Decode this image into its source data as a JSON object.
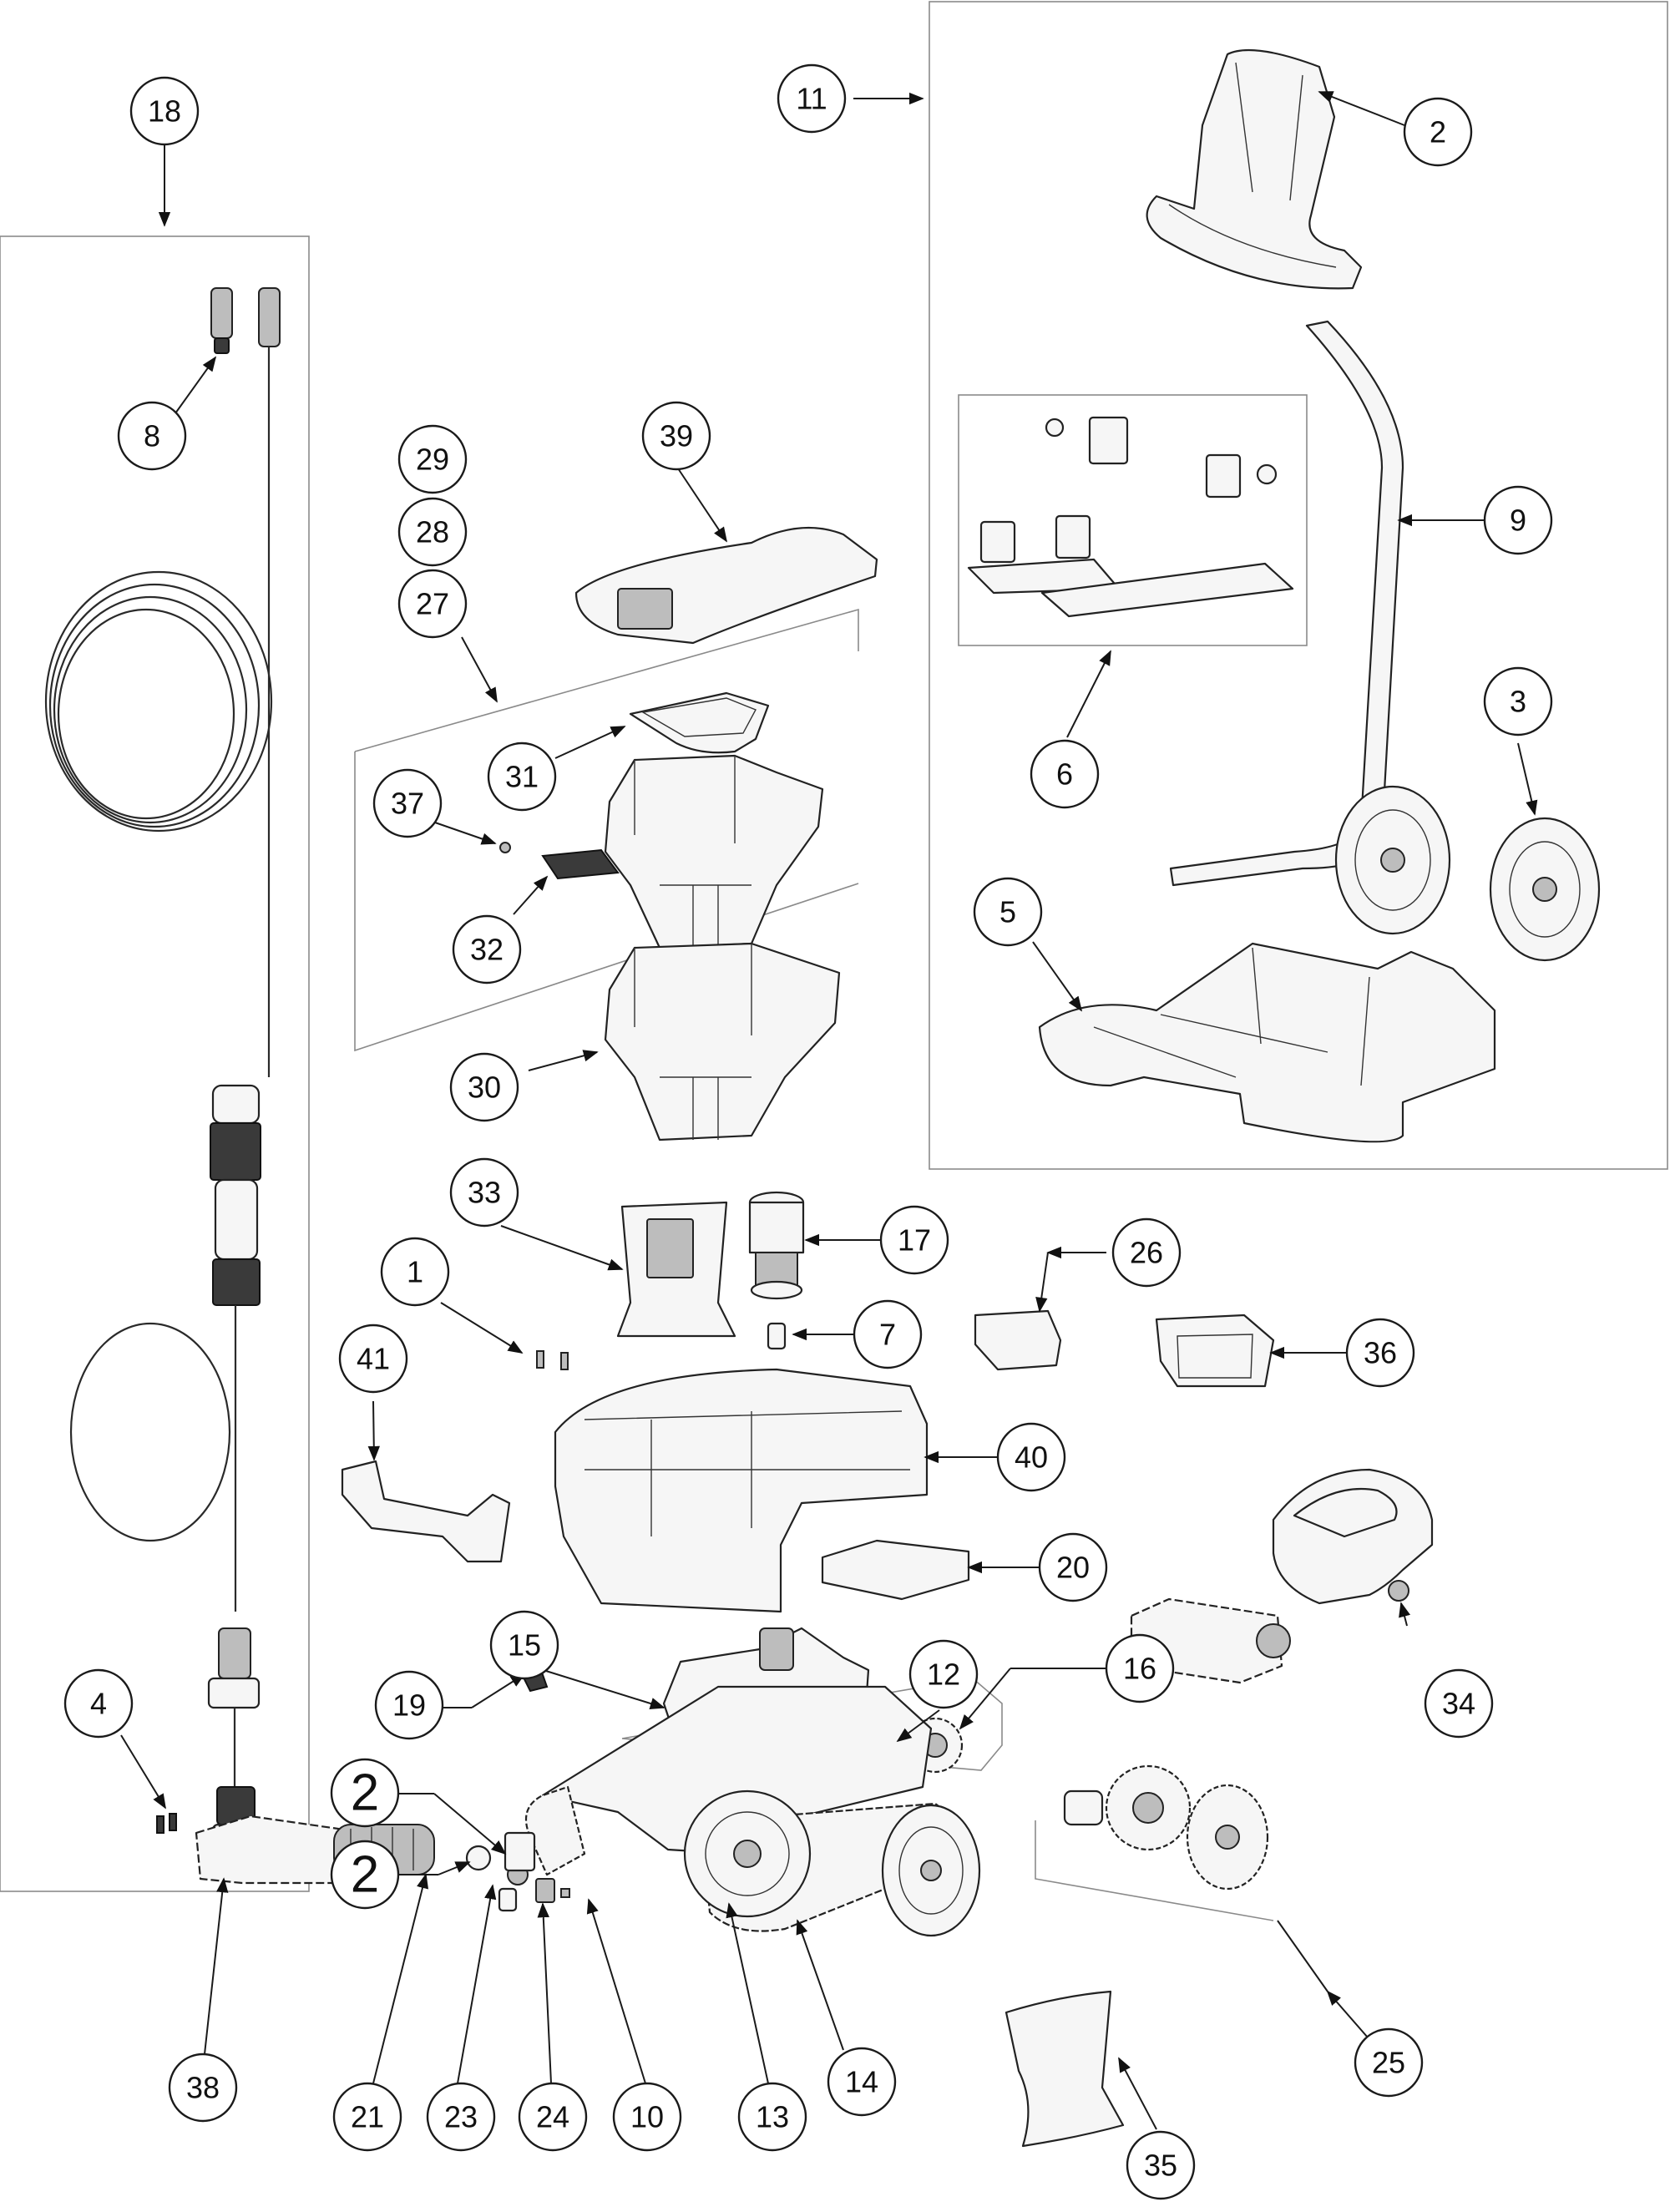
{
  "callouts": [
    {
      "id": "c18",
      "label": "18"
    },
    {
      "id": "c11",
      "label": "11"
    },
    {
      "id": "c2a",
      "label": "2"
    },
    {
      "id": "c8",
      "label": "8"
    },
    {
      "id": "c29",
      "label": "29"
    },
    {
      "id": "c39",
      "label": "39"
    },
    {
      "id": "c28",
      "label": "28"
    },
    {
      "id": "c9",
      "label": "9"
    },
    {
      "id": "c27",
      "label": "27"
    },
    {
      "id": "c3",
      "label": "3"
    },
    {
      "id": "c31",
      "label": "31"
    },
    {
      "id": "c37",
      "label": "37"
    },
    {
      "id": "c6",
      "label": "6"
    },
    {
      "id": "c5",
      "label": "5"
    },
    {
      "id": "c32",
      "label": "32"
    },
    {
      "id": "c30",
      "label": "30"
    },
    {
      "id": "c33",
      "label": "33"
    },
    {
      "id": "c17",
      "label": "17"
    },
    {
      "id": "c26",
      "label": "26"
    },
    {
      "id": "c1",
      "label": "1"
    },
    {
      "id": "c7",
      "label": "7"
    },
    {
      "id": "c41",
      "label": "41"
    },
    {
      "id": "c36",
      "label": "36"
    },
    {
      "id": "c40",
      "label": "40"
    },
    {
      "id": "c20",
      "label": "20"
    },
    {
      "id": "c15",
      "label": "15"
    },
    {
      "id": "c12",
      "label": "12"
    },
    {
      "id": "c16",
      "label": "16"
    },
    {
      "id": "c4",
      "label": "4"
    },
    {
      "id": "c19",
      "label": "19"
    },
    {
      "id": "c34",
      "label": "34"
    },
    {
      "id": "c2b",
      "label": "2"
    },
    {
      "id": "c2c",
      "label": "2"
    },
    {
      "id": "c25",
      "label": "25"
    },
    {
      "id": "c14",
      "label": "14"
    },
    {
      "id": "c38",
      "label": "38"
    },
    {
      "id": "c21",
      "label": "21"
    },
    {
      "id": "c23",
      "label": "23"
    },
    {
      "id": "c24",
      "label": "24"
    },
    {
      "id": "c10",
      "label": "10"
    },
    {
      "id": "c13",
      "label": "13"
    },
    {
      "id": "c35",
      "label": "35"
    }
  ]
}
